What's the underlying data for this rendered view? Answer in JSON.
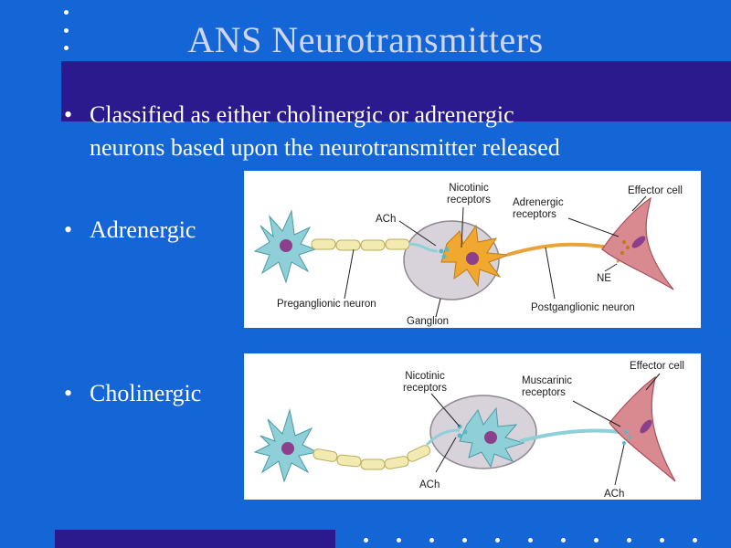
{
  "slide": {
    "title": "ANS Neurotransmitters",
    "bullets": [
      {
        "mark": "•",
        "lines": [
          "Classified as either cholinergic or adrenergic",
          "neurons based upon the neurotransmitter released"
        ]
      },
      {
        "mark": "•",
        "text": "Adrenergic"
      },
      {
        "mark": "•",
        "text": "Cholinergic"
      }
    ]
  },
  "figure_adrenergic": {
    "labels": {
      "nicotinic": [
        "Nicotinic",
        "receptors"
      ],
      "ach": "ACh",
      "adrenergic_receptors": [
        "Adrenergic",
        "receptors"
      ],
      "effector": "Effector cell",
      "ne": "NE",
      "preganglionic": "Preganglionic neuron",
      "ganglion": "Ganglion",
      "postganglionic": "Postganglionic neuron"
    }
  },
  "figure_cholinergic": {
    "labels": {
      "nicotinic": [
        "Nicotinic",
        "receptors"
      ],
      "muscarinic": [
        "Muscarinic",
        "receptors"
      ],
      "effector": "Effector cell",
      "ach_left": "ACh",
      "ach_right": "ACh"
    }
  },
  "colors": {
    "background": "#1466d6",
    "band": "#2a1a8e",
    "title": "#cfd6ee",
    "text": "#ffffff"
  }
}
